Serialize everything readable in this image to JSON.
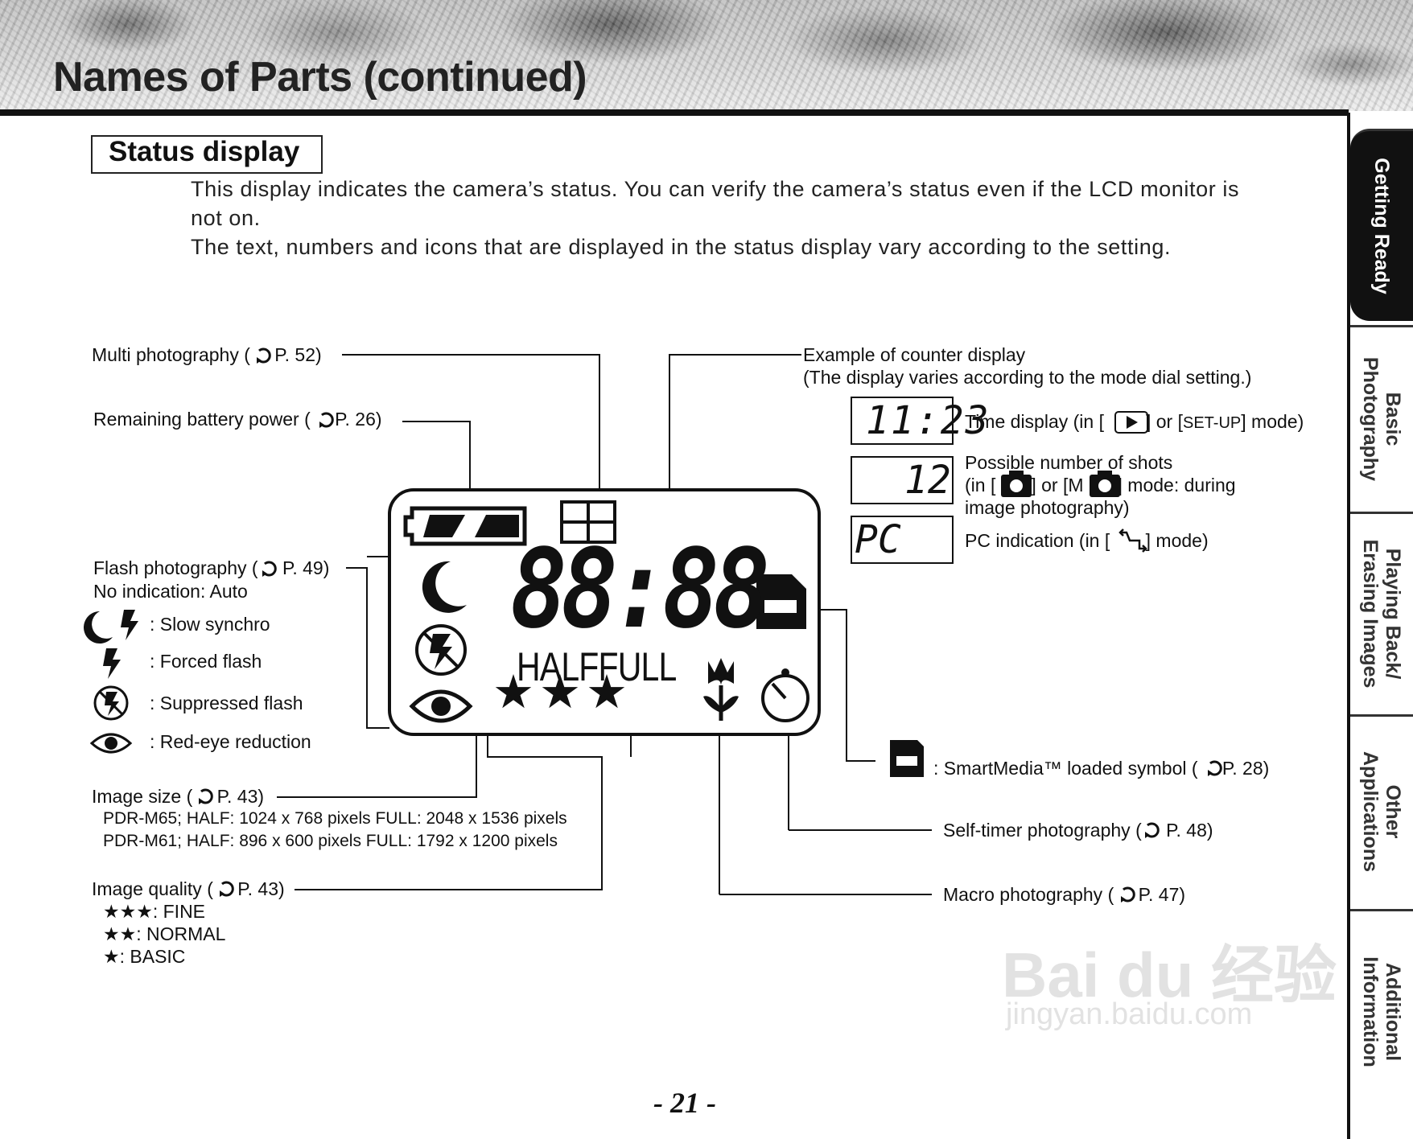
{
  "header": {
    "title": "Names of Parts (continued)"
  },
  "side_tabs": [
    {
      "label_lines": [
        "Getting Ready"
      ],
      "active": true
    },
    {
      "label_lines": [
        "Basic",
        "Photography"
      ],
      "active": false
    },
    {
      "label_lines": [
        "Playing Back/",
        "Erasing Images"
      ],
      "active": false
    },
    {
      "label_lines": [
        "Other",
        "Applications"
      ],
      "active": false
    },
    {
      "label_lines": [
        "Additional",
        "Information"
      ],
      "active": false
    }
  ],
  "section": {
    "title": "Status display",
    "intro_line1": "This display indicates the camera’s status. You can verify the camera’s status even if the LCD monitor is",
    "intro_line2": "not on.",
    "intro_line3": "The text, numbers and icons that are displayed in the status display vary according to the setting."
  },
  "labels": {
    "multi_photography": "Multi photography (",
    "multi_photography_page": " P. 52)",
    "battery": "Remaining battery power (",
    "battery_page": " P. 26)",
    "flash": "Flash photography (",
    "flash_page": " P. 49)",
    "flash_no_indication": "No indication: Auto",
    "slow_synchro": ": Slow synchro",
    "forced_flash": ": Forced flash",
    "suppressed_flash": ": Suppressed flash",
    "red_eye": ": Red-eye reduction",
    "image_size": "Image size (",
    "image_size_page": " P. 43)",
    "image_size_m65": "PDR-M65; HALF: 1024 x 768 pixels   FULL: 2048 x 1536 pixels",
    "image_size_m61": "PDR-M61; HALF: 896 x 600 pixels   FULL: 1792 x 1200 pixels",
    "image_quality": "Image quality (",
    "image_quality_page": " P. 43)",
    "quality_fine": "★★★: FINE",
    "quality_normal": "★★: NORMAL",
    "quality_basic": "★: BASIC",
    "counter_example": "Example of counter display",
    "counter_note": "(The display varies according to the mode dial setting.)",
    "time_display_a": "Time display (in [",
    "time_display_b": "] or [",
    "time_display_setup": "SET-UP",
    "time_display_c": "] mode)",
    "shots_line1": "Possible number of shots",
    "shots_line2_a": "(in [",
    "shots_line2_b": "] or [",
    "shots_line2_m": "M",
    "shots_line2_c": "] mode: during",
    "shots_line3": "image photography)",
    "pc_indication_a": "PC indication (in [",
    "pc_indication_b": " ] mode)",
    "smartmedia": ": SmartMedia™ loaded symbol (",
    "smartmedia_page": " P. 28)",
    "self_timer": "Self-timer photography (",
    "self_timer_page": " P. 48)",
    "macro": "Macro photography (",
    "macro_page": " P. 47)"
  },
  "lcd": {
    "digits": "88:88",
    "size_text": "HALFFULL",
    "stars": "★★★",
    "counter_time": "11:23",
    "counter_shots": "12",
    "counter_pc": "PC"
  },
  "page_number": "- 21 -",
  "watermark": {
    "brand": "Bai du 经验",
    "url": "jingyan.baidu.com"
  }
}
